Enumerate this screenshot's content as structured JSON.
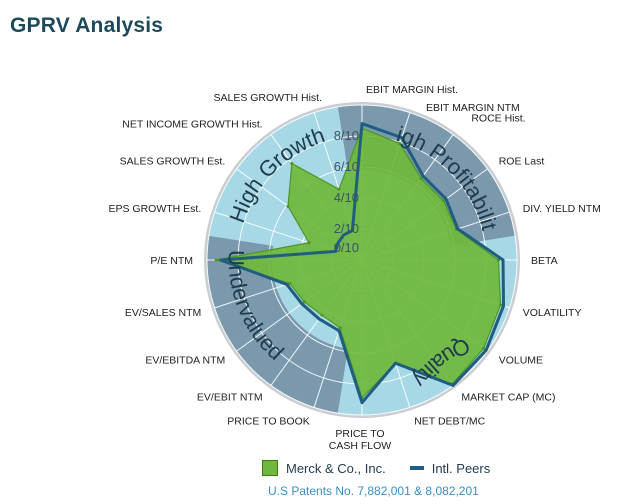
{
  "title": "GPRV Analysis",
  "chart_data": {
    "type": "radar",
    "axes": [
      "EBIT MARGIN Hist.",
      "EBIT MARGIN NTM",
      "ROCE Hist.",
      "ROE  Last",
      "DIV. YIELD NTM",
      "BETA",
      "VOLATILITY",
      "VOLUME",
      "MARKET CAP (MC)",
      "NET DEBT/MC",
      "PRICE TO CASH FLOW",
      "PRICE TO BOOK",
      "EV/EBIT NTM",
      "EV/EBITDA NTM",
      "EV/SALES NTM",
      "P/E NTM",
      "EPS GROWTH Est.",
      "SALES GROWTH Est.",
      "NET INCOME GROWTH Hist.",
      "SALES GROWTH Hist."
    ],
    "ticks": [
      "0/10",
      "2/10",
      "4/10",
      "6/10",
      "8/10"
    ],
    "rmax": 10,
    "series": [
      {
        "name": "Merck & Co., Inc.",
        "values": [
          8.5,
          7.9,
          6.5,
          6.5,
          6.4,
          8.8,
          9.4,
          9.7,
          9.9,
          7.0,
          8.9,
          4.6,
          4.4,
          4.6,
          4.9,
          9.4,
          3.6,
          5.9,
          7.7,
          4.8
        ]
      },
      {
        "name": "Intl. Peers",
        "values": [
          8.8,
          8.3,
          6.7,
          6.7,
          6.5,
          9.1,
          9.6,
          9.9,
          10.0,
          7.0,
          9.2,
          4.8,
          4.7,
          4.8,
          5.1,
          9.1,
          1.8,
          1.9,
          2.0,
          2.0
        ]
      }
    ],
    "sector_labels": [
      "High Profitability",
      "Quality",
      "Undervalued",
      "High Growth"
    ]
  },
  "legend": {
    "series1": "Merck & Co., Inc.",
    "series2": "Intl. Peers"
  },
  "footer": "U.S Patents No. 7,882,001 & 8,082,201"
}
